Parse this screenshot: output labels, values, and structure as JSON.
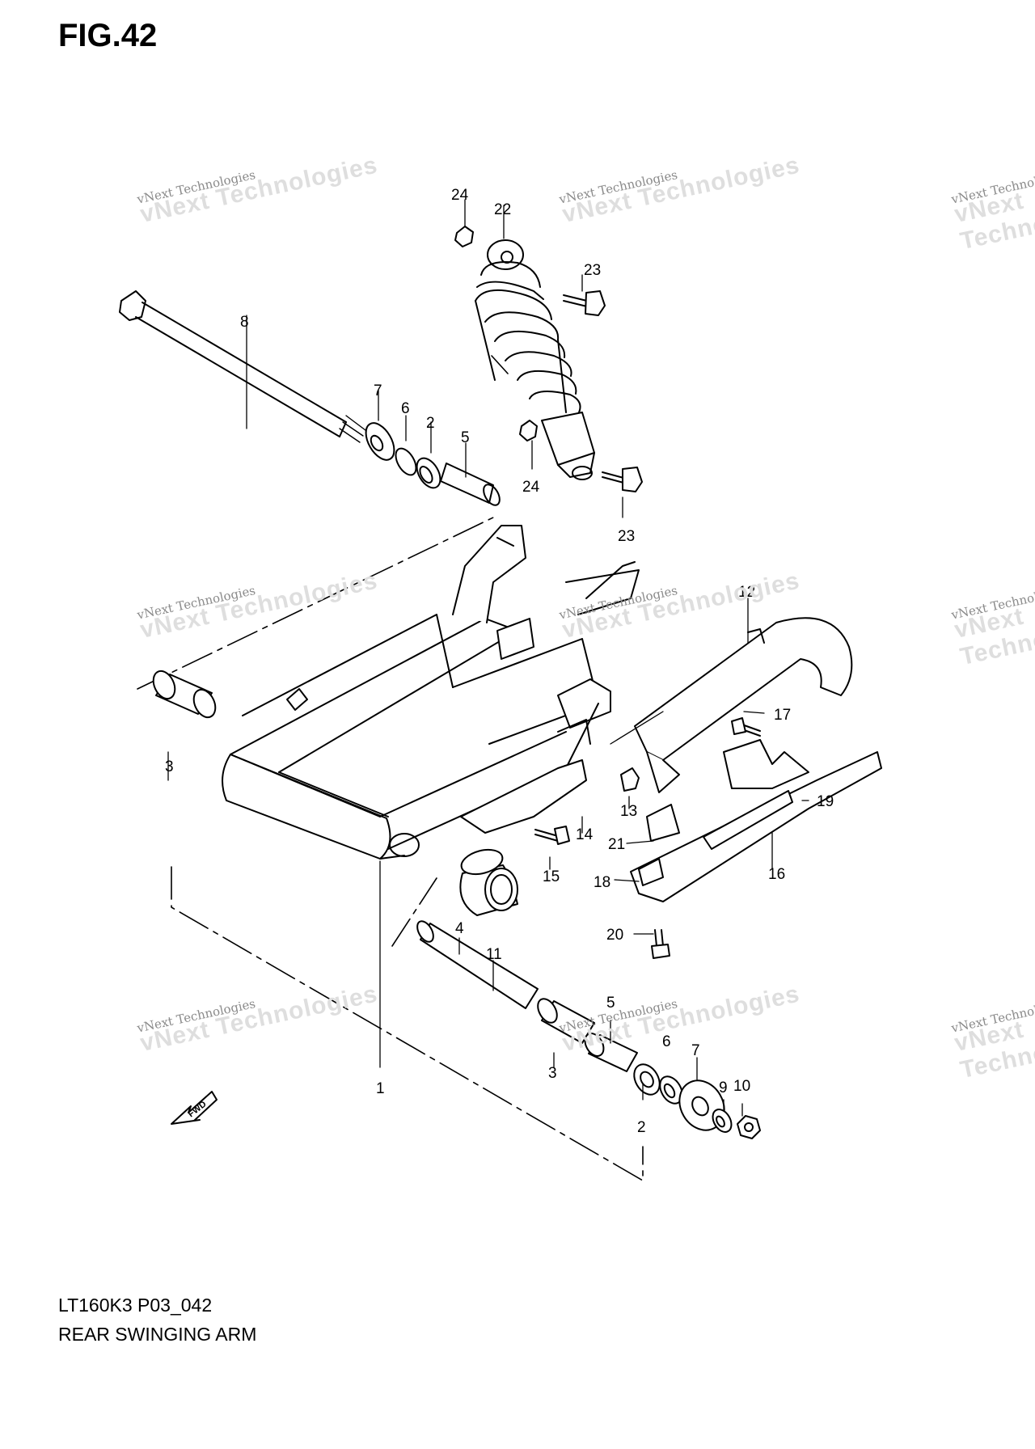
{
  "figure_title": "FIG.42",
  "model_code": "LT160K3 P03_042",
  "diagram_name": "REAR SWINGING ARM",
  "watermark": {
    "line1": "vNext Technologies",
    "line2": "vNext Technologies"
  },
  "fwd_label": "FWD",
  "callouts": {
    "c1": "1",
    "c2a": "2",
    "c2b": "2",
    "c3a": "3",
    "c3b": "3",
    "c4": "4",
    "c5a": "5",
    "c5b": "5",
    "c6a": "6",
    "c6b": "6",
    "c7a": "7",
    "c7b": "7",
    "c8": "8",
    "c9": "9",
    "c10": "10",
    "c11": "11",
    "c12": "12",
    "c13": "13",
    "c14": "14",
    "c15": "15",
    "c16": "16",
    "c17": "17",
    "c18": "18",
    "c19": "19",
    "c20": "20",
    "c21": "21",
    "c22": "22",
    "c23a": "23",
    "c23b": "23",
    "c24a": "24",
    "c24b": "24"
  }
}
